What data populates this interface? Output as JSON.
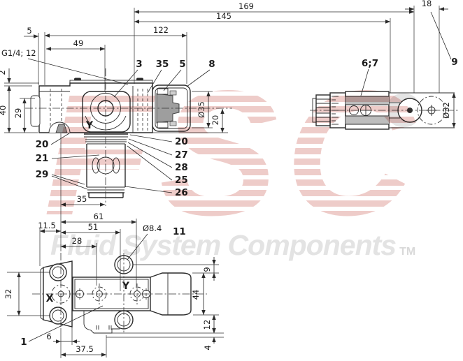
{
  "drawing": {
    "type": "valve technical drawing",
    "views": [
      "front",
      "side",
      "bottom"
    ]
  },
  "dims": {
    "d169": "169",
    "d145": "145",
    "d122": "122",
    "d49": "49",
    "d5": "5",
    "d18": "18",
    "thread": "G1/4; 12",
    "d2": "2",
    "d40": "40",
    "d29": "29",
    "dia35": "Ø35",
    "d20v": "20",
    "d35": "35",
    "d61": "61",
    "d51": "51",
    "d11_5": "11.5",
    "d28": "28",
    "dia8_4": "Ø8.4",
    "d32": "32",
    "d9": "9",
    "d44": "44",
    "d12": "12",
    "d4": "4",
    "d6": "6",
    "d37_5": "37.5",
    "dia32": "Ø32"
  },
  "parts": {
    "n1": "1",
    "n3": "3",
    "n5": "5",
    "n8": "8",
    "n9": "9",
    "n11": "11",
    "n20": "20",
    "n21": "21",
    "n25": "25",
    "n26": "26",
    "n27": "27",
    "n28": "28",
    "n29": "29",
    "n35": "35",
    "n6_7": "6;7"
  },
  "ports": {
    "front_y": "Y",
    "bottom_x": "X",
    "bottom_y": "Y"
  },
  "watermark": {
    "fsc": "FSC",
    "name": "Fluid System Components",
    "tm": "TM"
  },
  "colors": {
    "line": "#2b2b2b",
    "watermark_pink": "#dd9a94",
    "watermark_gray": "#e3e3e3",
    "plug_gray": "#9e9e9e",
    "band_gray": "#bdbdbd",
    "lug_gray": "#e4e4e4"
  }
}
